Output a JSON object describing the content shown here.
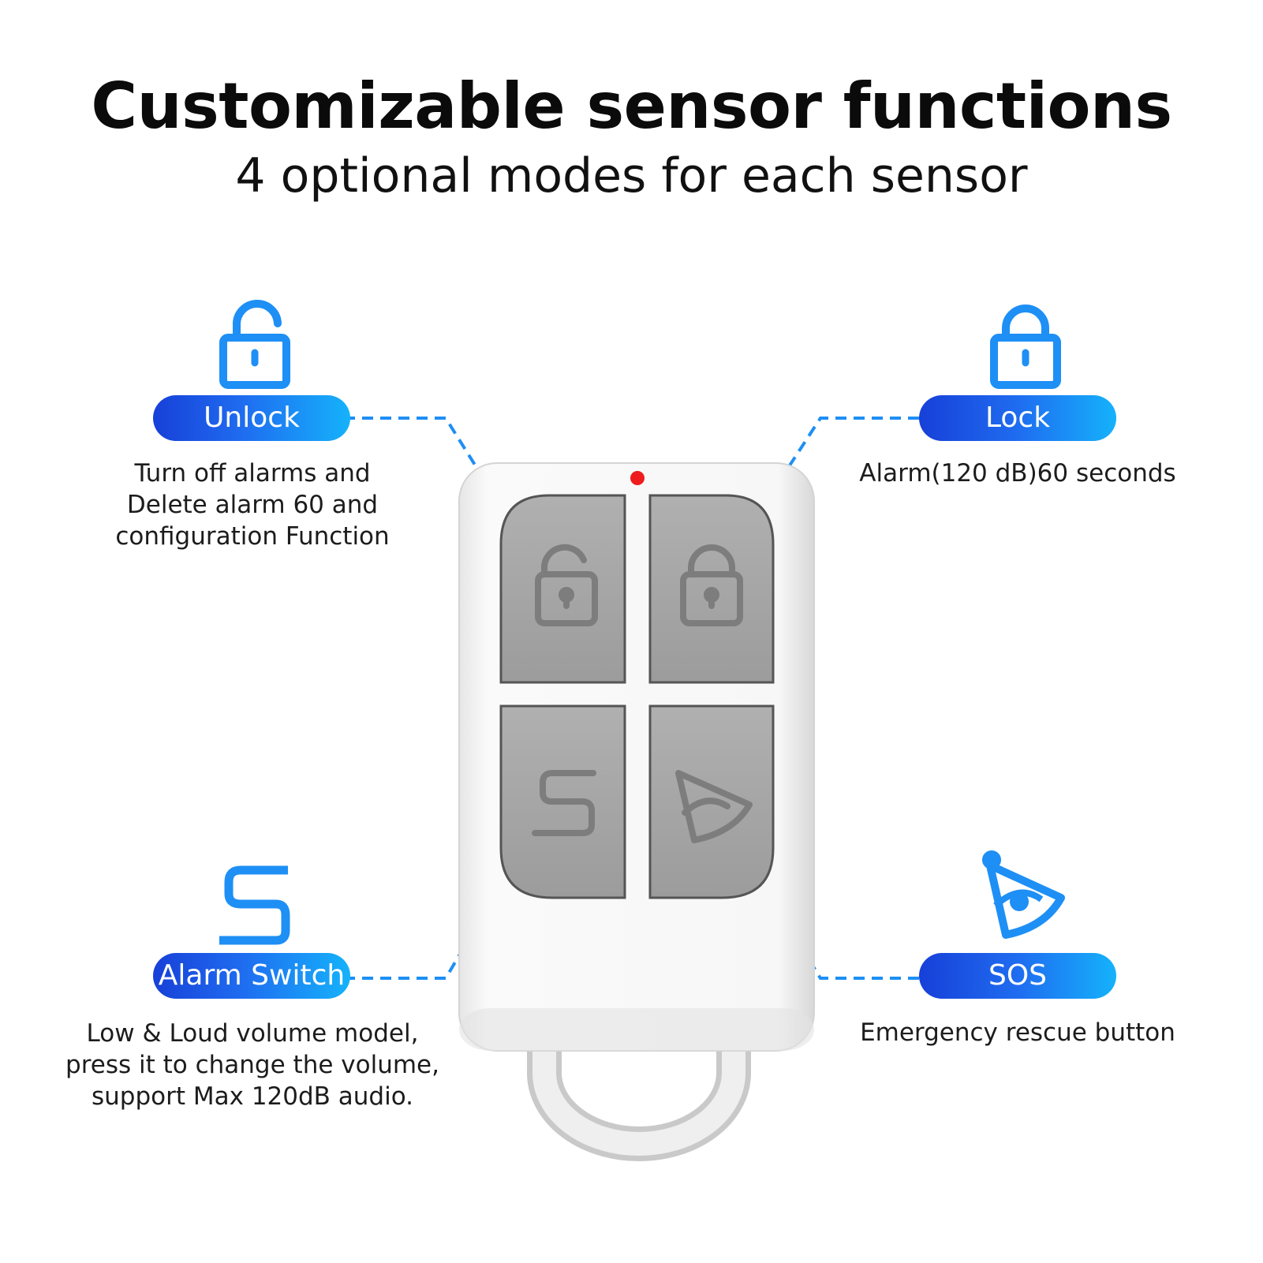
{
  "header": {
    "title": "Customizable sensor functions",
    "subtitle": "4 optional modes for each sensor"
  },
  "features": {
    "unlock": {
      "label": "Unlock",
      "icon": "unlock-icon",
      "lines": [
        "Turn off alarms and",
        "Delete alarm 60 and",
        "configuration Function"
      ]
    },
    "lock": {
      "label": "Lock",
      "icon": "lock-icon",
      "lines": [
        "Alarm(120 dB)60 seconds"
      ]
    },
    "alarm_switch": {
      "label": "Alarm Switch",
      "icon": "alarm-switch-icon",
      "lines": [
        "Low & Loud volume model,",
        "press it to change the volume,",
        "support Max 120dB audio."
      ]
    },
    "sos": {
      "label": "SOS",
      "icon": "bell-icon",
      "lines": [
        "Emergency rescue button"
      ]
    }
  },
  "colors": {
    "accent_blue": "#1e8ff5",
    "pill_start": "#1740d8",
    "pill_end": "#15b2fb",
    "button_gray": "#a6a6a6",
    "led_red": "#ee1c1c"
  }
}
